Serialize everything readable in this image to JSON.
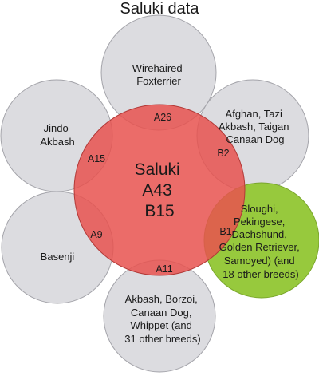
{
  "title": "Saluki data",
  "center": {
    "name": "Saluki",
    "line2": "A43",
    "line3": "B15",
    "color": "#e8524f"
  },
  "satellite_color": "#dcdce0",
  "highlight_color": "#97c93d",
  "circles": [
    {
      "id": "top",
      "lines": [
        "Wirehaired",
        "Foxterrier"
      ],
      "overlap": "A26"
    },
    {
      "id": "upper-right",
      "lines": [
        "Afghan, Tazi",
        "Akbash, Taigan",
        "Canaan Dog"
      ],
      "overlap": "B2"
    },
    {
      "id": "lower-right",
      "lines": [
        "Sloughi,",
        "Pekingese,",
        "Dachshund,",
        "Golden Retriever,",
        "Samoyed) (and",
        "18 other breeds)"
      ],
      "overlap": "B1"
    },
    {
      "id": "bottom",
      "lines": [
        "Akbash, Borzoi,",
        "Canaan Dog,",
        "Whippet (and",
        "31 other breeds)"
      ],
      "overlap": "A11"
    },
    {
      "id": "lower-left",
      "lines": [
        "Basenji"
      ],
      "overlap": "A9"
    },
    {
      "id": "upper-left",
      "lines": [
        "Jindo",
        "Akbash"
      ],
      "overlap": "A15"
    }
  ]
}
